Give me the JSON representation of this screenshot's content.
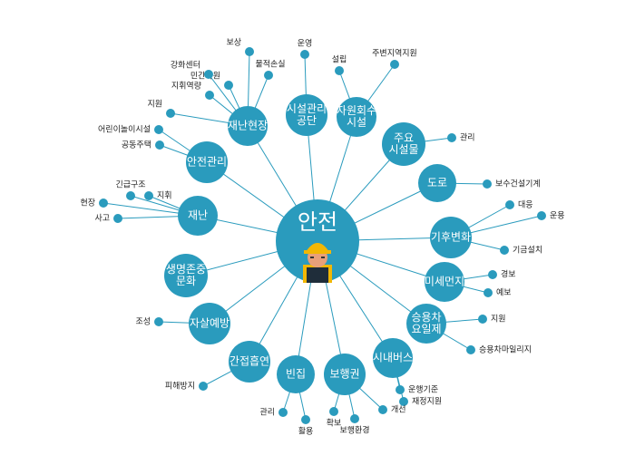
{
  "center": {
    "label": "안전",
    "icon": "construction-worker-icon"
  },
  "colors": {
    "node": "#2a9bbd",
    "center": "#2a9bbd",
    "line": "#2a9bbd",
    "helmet": "#f2b705"
  },
  "nodes": [
    {
      "id": "n1",
      "lines": [
        "재난현장"
      ],
      "children": [
        "보상",
        "물적손실",
        "민간자원",
        "강화센터",
        "지휘역량",
        "지원"
      ]
    },
    {
      "id": "n2",
      "lines": [
        "시설관리",
        "공단"
      ],
      "children": [
        "운영"
      ]
    },
    {
      "id": "n3",
      "lines": [
        "자원회수",
        "시설"
      ],
      "children": [
        "설립",
        "주변지역지원"
      ]
    },
    {
      "id": "n4",
      "lines": [
        "주요",
        "시설물"
      ],
      "children": [
        "관리"
      ]
    },
    {
      "id": "n5",
      "lines": [
        "도로"
      ],
      "children": [
        "보수건설기계"
      ]
    },
    {
      "id": "n6",
      "lines": [
        "기후변화"
      ],
      "children": [
        "대응",
        "운용",
        "기금설치"
      ]
    },
    {
      "id": "n7",
      "lines": [
        "미세먼지"
      ],
      "children": [
        "경보",
        "예보"
      ]
    },
    {
      "id": "n8",
      "lines": [
        "승용차",
        "요일제"
      ],
      "children": [
        "지원",
        "승용차마일리지"
      ]
    },
    {
      "id": "n9",
      "lines": [
        "시내버스"
      ],
      "children": [
        "운행기준",
        "재정지원"
      ]
    },
    {
      "id": "n10",
      "lines": [
        "보행권"
      ],
      "children": [
        "확보",
        "보행환경",
        "개선"
      ]
    },
    {
      "id": "n11",
      "lines": [
        "빈집"
      ],
      "children": [
        "관리",
        "활용"
      ]
    },
    {
      "id": "n12",
      "lines": [
        "간접흡연"
      ],
      "children": [
        "피해방지"
      ]
    },
    {
      "id": "n13",
      "lines": [
        "자살예방"
      ],
      "children": [
        "조성"
      ]
    },
    {
      "id": "n14",
      "lines": [
        "생명존중",
        "문화"
      ],
      "children": []
    },
    {
      "id": "n15",
      "lines": [
        "재난"
      ],
      "children": [
        "긴급구조",
        "지휘",
        "현장",
        "사고"
      ]
    },
    {
      "id": "n16",
      "lines": [
        "안전관리"
      ],
      "children": [
        "어린이놀이시설",
        "공동주택"
      ]
    }
  ]
}
